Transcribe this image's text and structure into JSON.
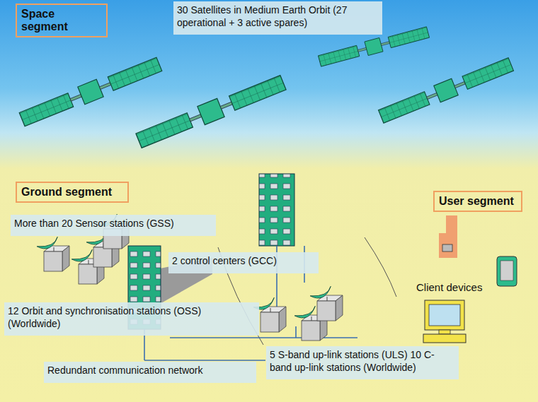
{
  "diagram": {
    "nodes": [
      {
        "text": [
          "Space segment"
        ]
      },
      {
        "text": [
          "30 Satellites in Medium Earth Orbit (27 operational + 3 active spares)"
        ]
      },
      {
        "text": [
          "Ground segment"
        ]
      },
      {
        "text": [
          "User segment"
        ]
      },
      {
        "text": [
          "More than 20 Sensor stations (GSS)"
        ]
      },
      {
        "text": [
          "2 control centers (GCC)"
        ]
      },
      {
        "text": [
          "12 Orbit and synchronisation stations (OSS) (Worldwide)"
        ]
      },
      {
        "text": [
          "Redundant communication network"
        ]
      },
      {
        "text": [
          "5 S-band up-link stations (ULS) 10 C-band up-link stations (Worldwide)"
        ]
      }
    ],
    "labels": [
      "Client devices"
    ]
  }
}
